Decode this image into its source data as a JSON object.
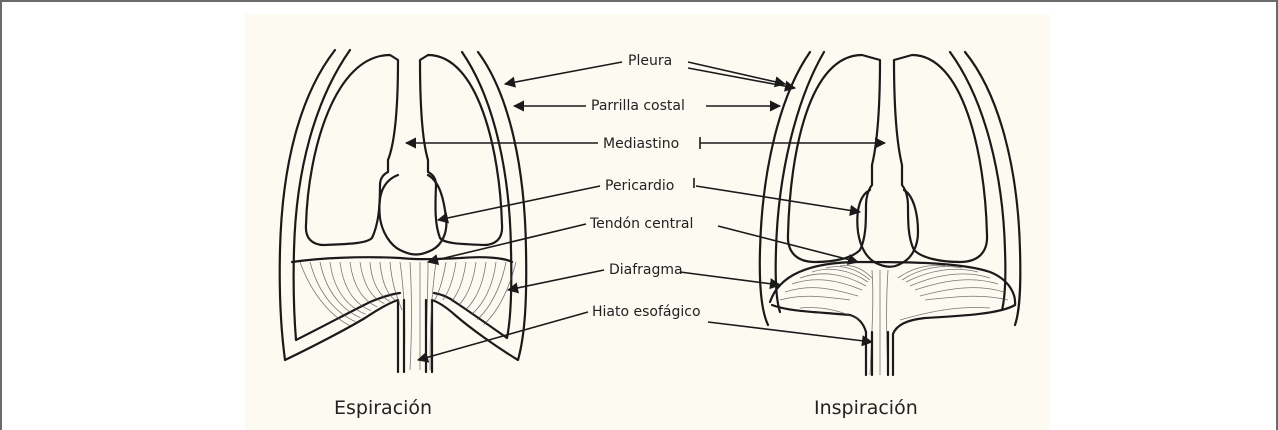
{
  "labels": {
    "pleura": "Pleura",
    "parrilla_costal": "Parrilla costal",
    "mediastino": "Mediastino",
    "pericardio": "Pericardio",
    "tendon_central": "Tendón central",
    "diafragma": "Diafragma",
    "hiato_esofagico": "Hiato esofágico"
  },
  "captions": {
    "left": "Espiración",
    "right": "Inspiración"
  },
  "colors": {
    "panel_background": "#fcfaf1",
    "frame_border": "#6b6b6b",
    "ink": "#1a1a1a"
  }
}
